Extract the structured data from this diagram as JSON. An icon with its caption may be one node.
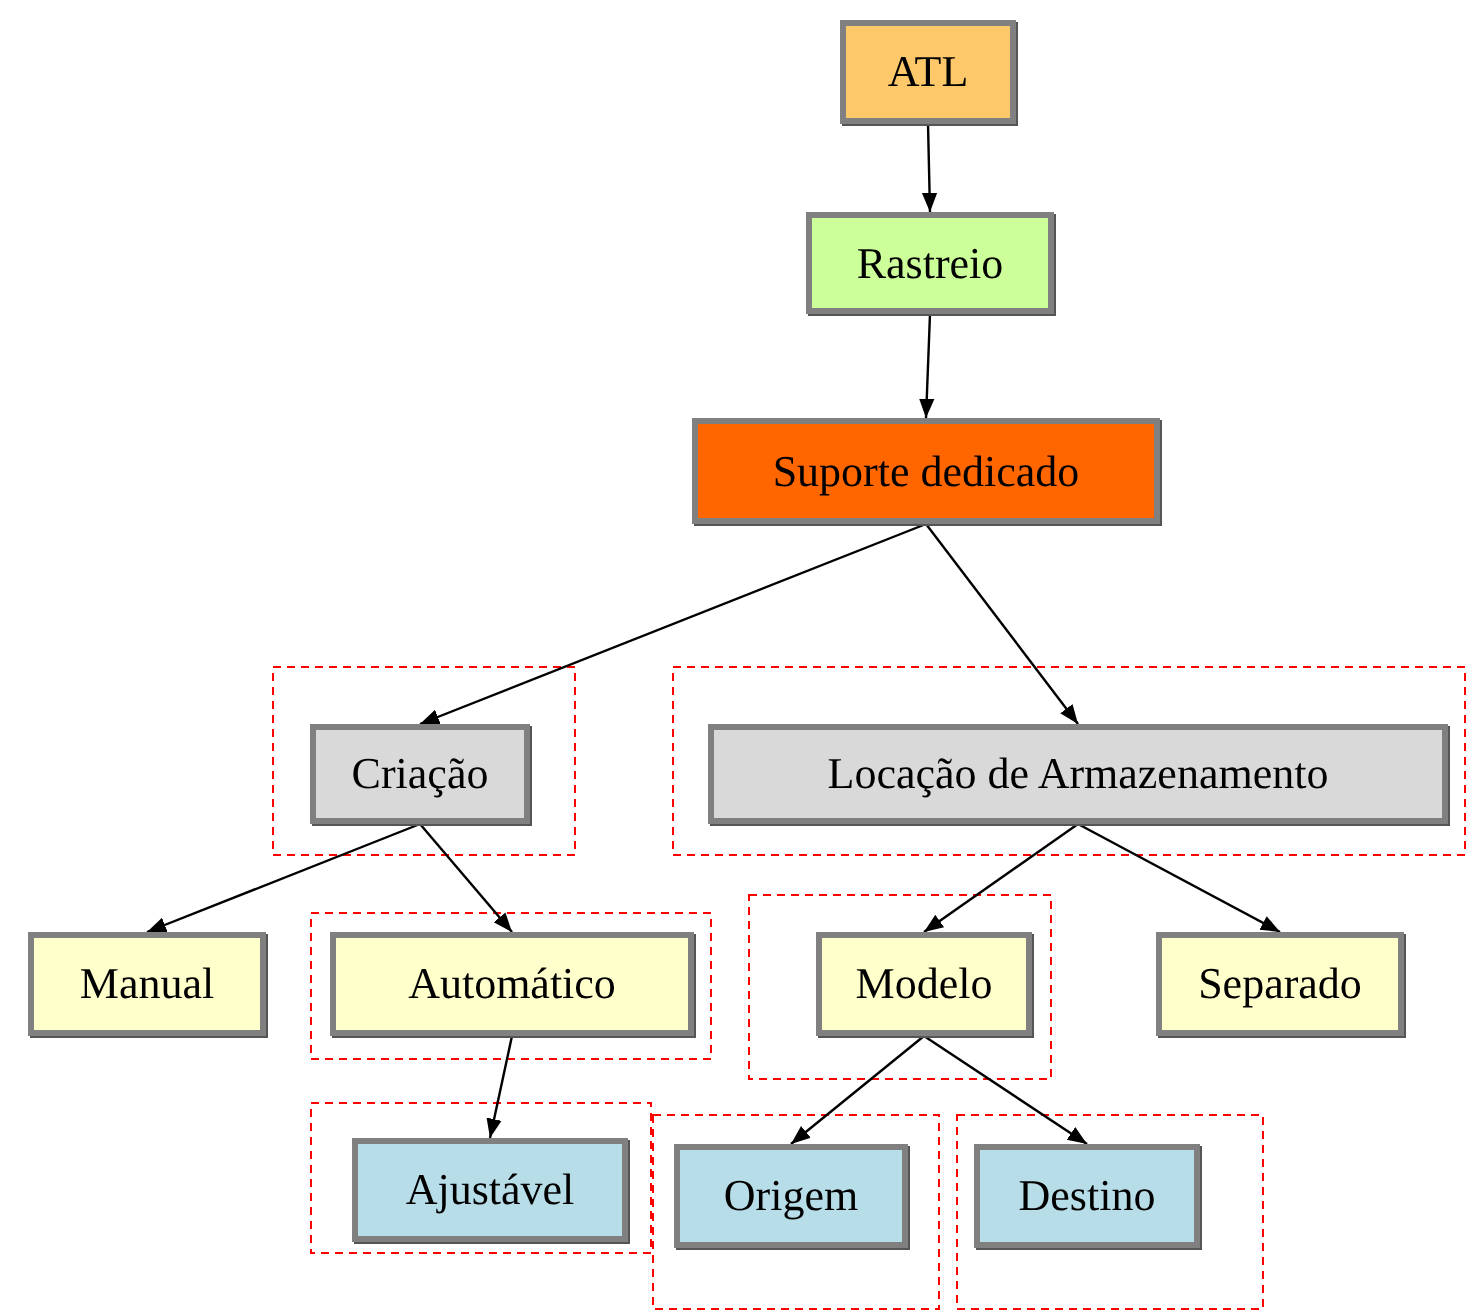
{
  "diagram": {
    "nodes": [
      {
        "text": [
          "ATL"
        ]
      },
      {
        "text": [
          "Rastreio"
        ]
      },
      {
        "text": [
          "Suporte dedicado"
        ]
      },
      {
        "text": [
          "Criação"
        ]
      },
      {
        "text": [
          "Locação de Armazenamento"
        ]
      },
      {
        "text": [
          "Manual"
        ]
      },
      {
        "text": [
          "Automático"
        ]
      },
      {
        "text": [
          "Modelo"
        ]
      },
      {
        "text": [
          "Separado"
        ]
      },
      {
        "text": [
          "Ajustável"
        ]
      },
      {
        "text": [
          "Origem"
        ]
      },
      {
        "text": [
          "Destino"
        ]
      }
    ],
    "edges": [
      {
        "from": 0,
        "to": 1,
        "arrow": "to"
      },
      {
        "from": 1,
        "to": 2,
        "arrow": "to"
      },
      {
        "from": 2,
        "to": 3,
        "arrow": "to"
      },
      {
        "from": 2,
        "to": 4,
        "arrow": "to"
      },
      {
        "from": 3,
        "to": 5,
        "arrow": "to"
      },
      {
        "from": 3,
        "to": 6,
        "arrow": "to"
      },
      {
        "from": 6,
        "to": 9,
        "arrow": "to"
      },
      {
        "from": 4,
        "to": 7,
        "arrow": "to"
      },
      {
        "from": 4,
        "to": 8,
        "arrow": "to"
      },
      {
        "from": 7,
        "to": 10,
        "arrow": "to"
      },
      {
        "from": 7,
        "to": 11,
        "arrow": "to"
      }
    ]
  }
}
